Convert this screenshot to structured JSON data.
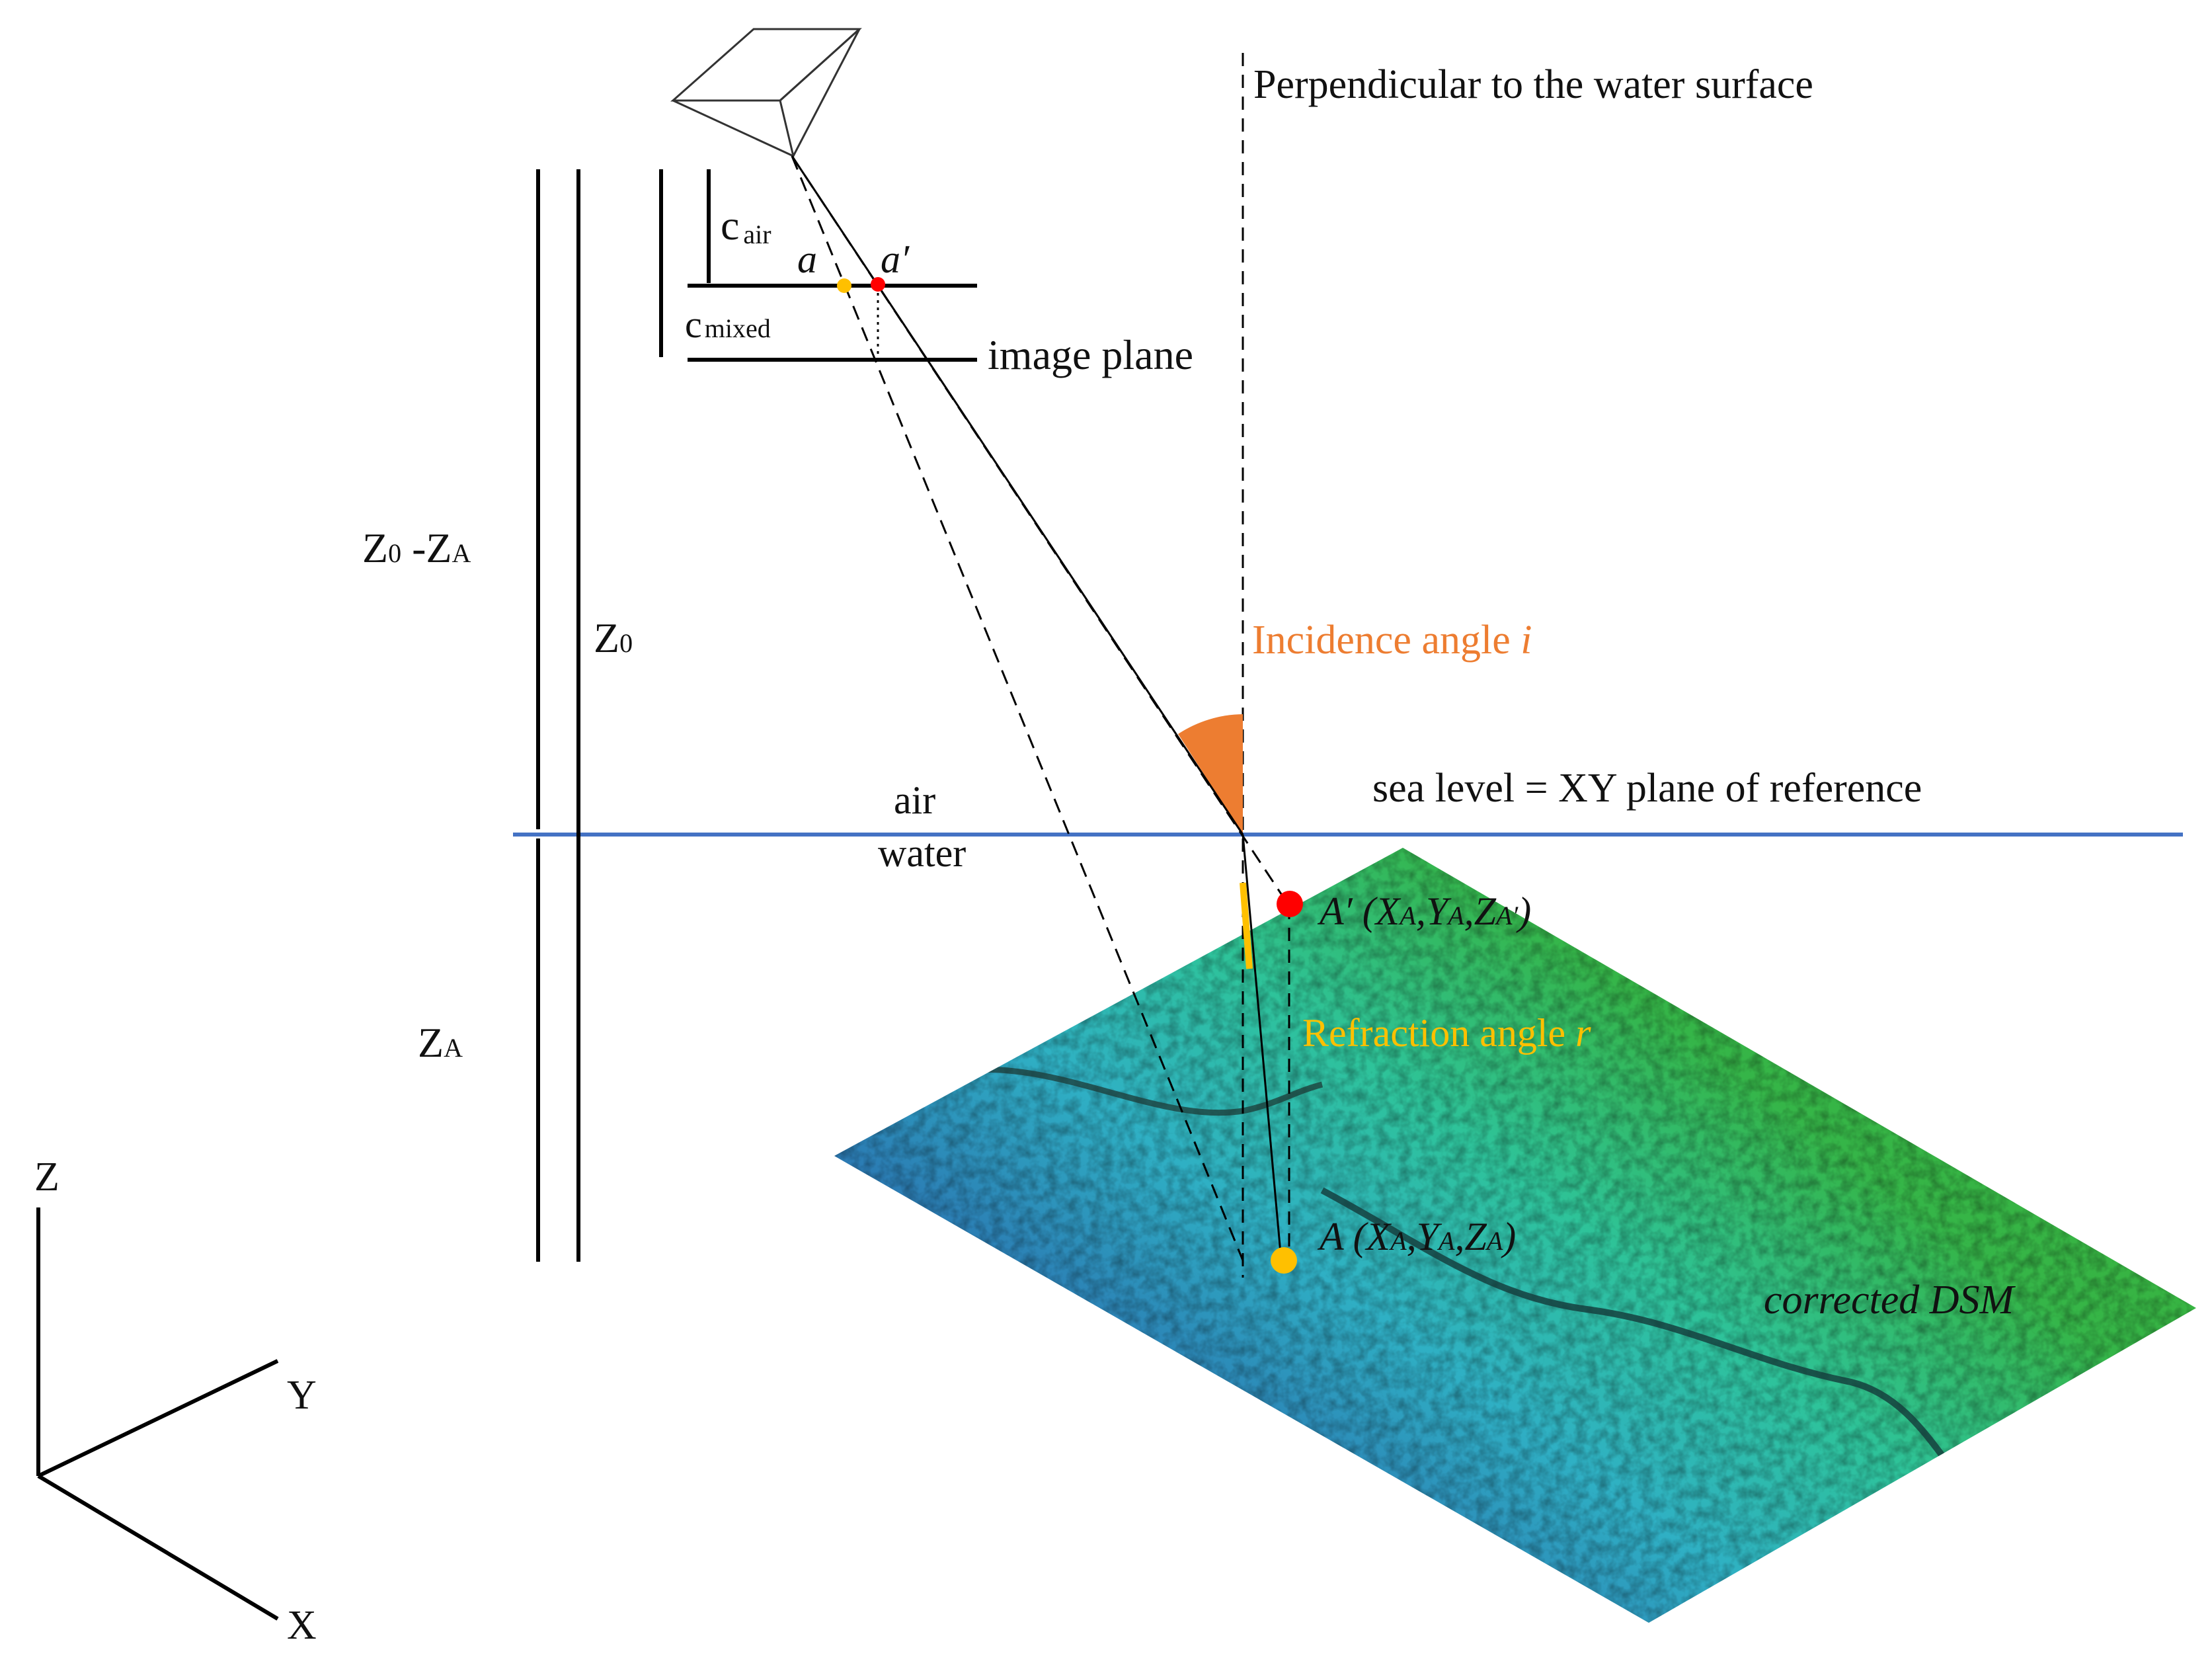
{
  "labels": {
    "perpendicular": "Perpendicular to the water surface",
    "c_air_main": "c",
    "c_air_sub": "air",
    "c_mixed_main": "c",
    "c_mixed_sub": "mixed",
    "a_point": "a",
    "a_prime_point": "a′",
    "image_plane": "image plane",
    "z0_minus_za_z1": "Z",
    "z0_minus_za_s1": "0",
    "z0_minus_za_mid": " -Z",
    "z0_minus_za_s2": "A",
    "z0_main": "Z",
    "z0_sub": "0",
    "incidence_text": "Incidence angle ",
    "incidence_symbol": "i",
    "sea_level": "sea level =  XY  plane of reference",
    "air": "air",
    "water": "water",
    "za_main": "Z",
    "za_sub": "A",
    "a_prime_pre": "A′ (X",
    "a_prime_s1": "A",
    "a_prime_c1": ",Y",
    "a_prime_s2": "A",
    "a_prime_c2": ",Z",
    "a_prime_s3": "A′",
    "a_prime_end": ")",
    "refraction_text": "Refraction angle ",
    "refraction_symbol": "r",
    "a_pre": "A (X",
    "a_s1": "A",
    "a_c1": ",Y",
    "a_s2": "A",
    "a_c2": ",Z",
    "a_s3": "A",
    "a_end": ")",
    "corrected_dsm": "corrected DSM",
    "axis_z": "Z",
    "axis_y": "Y",
    "axis_x": "X"
  },
  "colors": {
    "water_surface": "#4472C4",
    "incidence": "#ED7D31",
    "refraction": "#FFC000",
    "point_a": "#FFC000",
    "point_a_prime": "#FF0000",
    "dsm_green": "#3CB043",
    "dsm_cyan": "#2EC4C4",
    "dsm_blue": "#2F86B8"
  }
}
